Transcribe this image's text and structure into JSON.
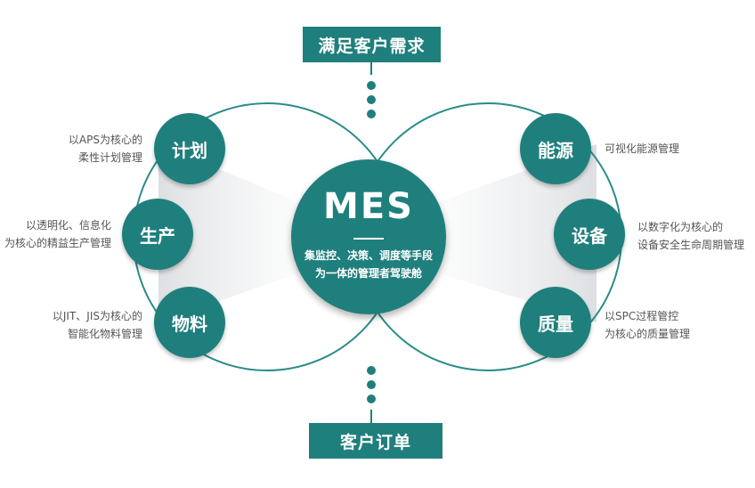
{
  "top_box": "满足客户需求",
  "bottom_box": "客户订单",
  "center": {
    "title": "MES",
    "line1": "集监控、决策、调度等手段",
    "line2": "为一体的管理者驾驶舱"
  },
  "left_nodes": [
    {
      "label": "计划",
      "desc1": "以APS为核心的",
      "desc2": "柔性计划管理"
    },
    {
      "label": "生产",
      "desc1": "以透明化、信息化",
      "desc2": "为核心的精益生产管理"
    },
    {
      "label": "物料",
      "desc1": "以JIT、JIS为核心的",
      "desc2": "智能化物料管理"
    }
  ],
  "right_nodes": [
    {
      "label": "能源",
      "desc1": "可视化能源管理",
      "desc2": ""
    },
    {
      "label": "设备",
      "desc1": "以数字化为核心的",
      "desc2": "设备安全生命周期管理"
    },
    {
      "label": "质量",
      "desc1": "以SPC过程管控",
      "desc2": "为核心的质量管理"
    }
  ],
  "colors": {
    "primary": "#1f7f7d",
    "ring": "#2a8c89",
    "text": "#555555"
  }
}
